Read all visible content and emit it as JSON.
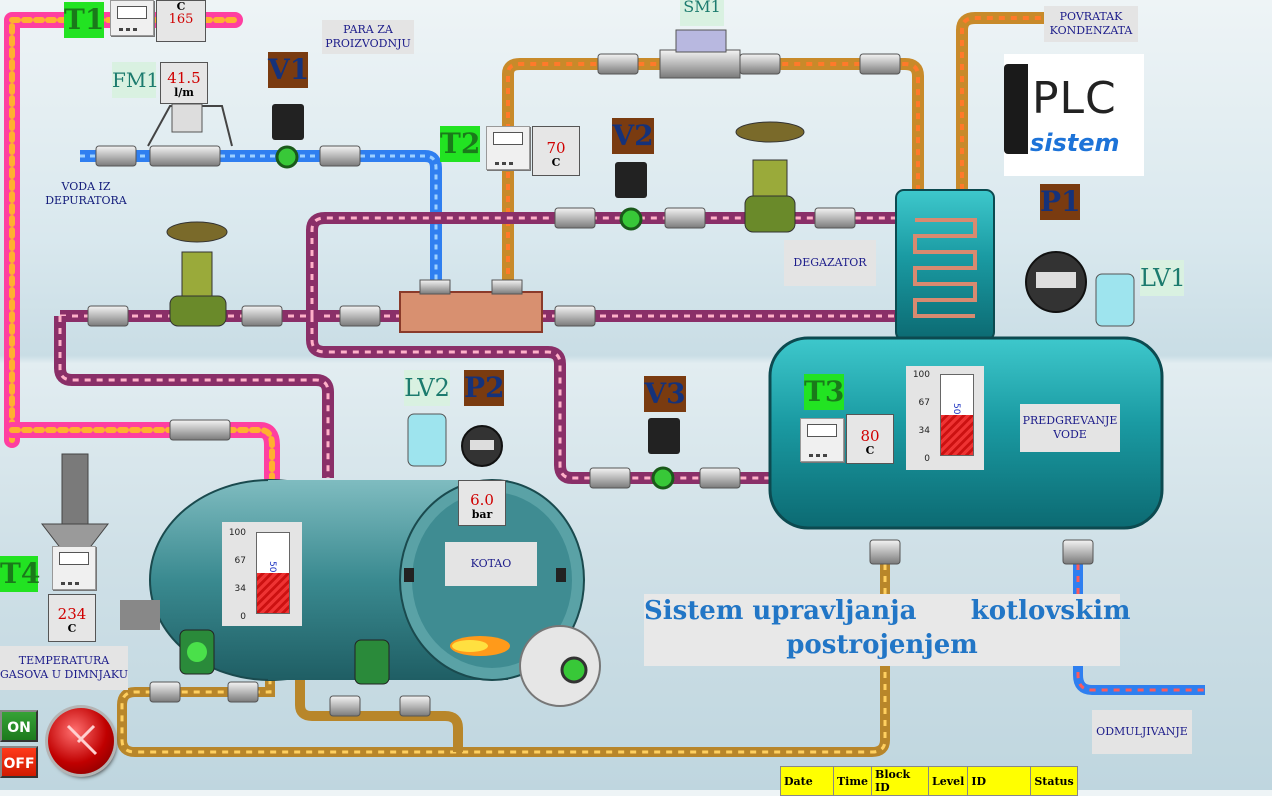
{
  "tags": {
    "t1": "T1",
    "t2": "T2",
    "t3": "T3",
    "t4": "T4",
    "v1": "V1",
    "v2": "V2",
    "v3": "V3",
    "p1": "P1",
    "p2": "P2",
    "fm1": "FM1",
    "lv1": "LV1",
    "lv2": "LV2",
    "sm1": "SM1"
  },
  "readouts": {
    "t1": {
      "value": "165",
      "unit": "C"
    },
    "fm1": {
      "value": "41.5",
      "unit": "l/m"
    },
    "t2": {
      "value": "70",
      "unit": "C"
    },
    "t3": {
      "value": "80",
      "unit": "C"
    },
    "t4": {
      "value": "234",
      "unit": "C"
    },
    "p2": {
      "value": "6.0",
      "unit": "bar"
    }
  },
  "labels": {
    "para": "PARA ZA PROIZVODNJU",
    "voda": "VODA IZ DEPURATORA",
    "povratak": "POVRATAK KONDENZATA",
    "degazator": "DEGAZATOR",
    "predgrevanje": "PREDGREVANJE VODE",
    "kotao": "KOTAO",
    "temperatura": "TEMPERATURA GASOVA U DIMNJAKU",
    "odmuljivanje": "ODMULJIVANJE"
  },
  "level_gauges": {
    "preheater": {
      "ticks": [
        "100",
        "67",
        "34",
        "0"
      ],
      "level": 50,
      "text": "50"
    },
    "boiler": {
      "ticks": [
        "100",
        "67",
        "34",
        "0"
      ],
      "level": 50,
      "text": "50"
    }
  },
  "title": {
    "line1": "Sistem upravljanja      kotlovskim",
    "line2": "postrojenjem"
  },
  "buttons": {
    "on": "ON",
    "off": "OFF"
  },
  "logo": {
    "plc": "PLC",
    "sistem": "sistem"
  },
  "log_table": {
    "headers": [
      "Date",
      "Time",
      "Block ID",
      "Level",
      "ID",
      "Status"
    ]
  },
  "colors": {
    "steam": "#ff3fa0",
    "cold_water": "#2f7ff0",
    "condensate": "#e8782a",
    "process": "#8a2f68",
    "drain": "#c48a2a",
    "vessel": "#1f9ea6"
  }
}
